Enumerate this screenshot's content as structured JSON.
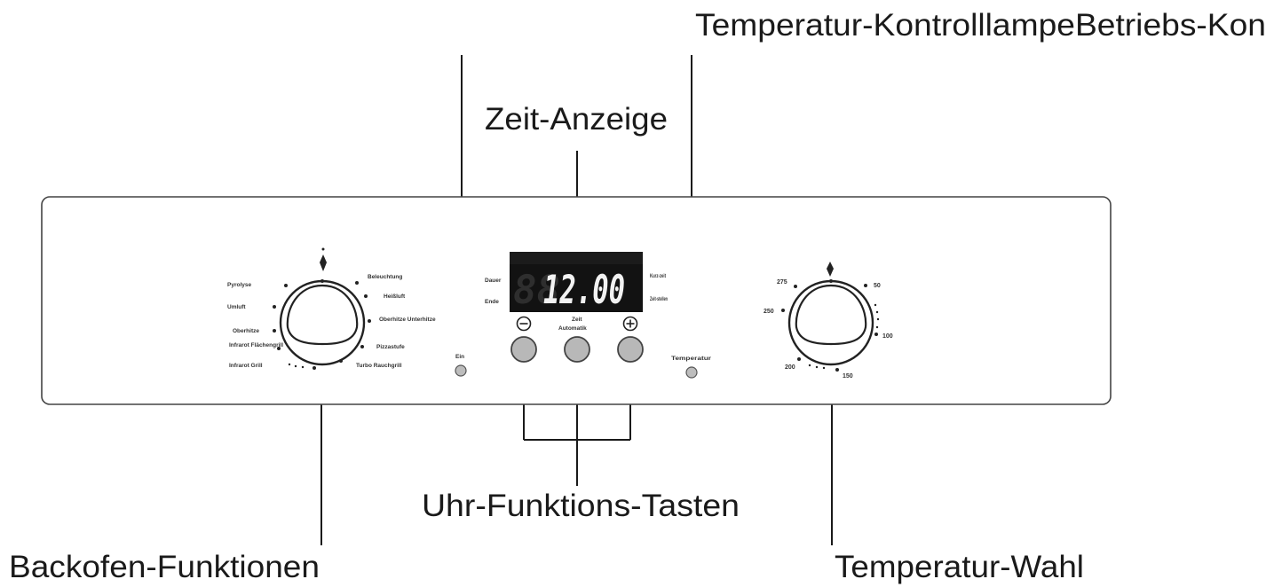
{
  "callouts": {
    "temperature_lamp": "Temperatur-KontrolllampeBetriebs-Kon",
    "time_display": "Zeit-Anzeige",
    "clock_buttons": "Uhr-Funktions-Tasten",
    "oven_functions": "Backofen-Funktionen",
    "temperature_select": "Temperatur-Wahl"
  },
  "function_dial": {
    "left_labels": [
      "Pyrolyse",
      "Umluft",
      "Oberhitze",
      "Infrarot Flächengrill",
      "Infrarot Grill"
    ],
    "right_labels": [
      "Beleuchtung",
      "Heißluft",
      "Oberhitze Unterhitze",
      "Pizzastufe",
      "Turbo Rauchgrill"
    ]
  },
  "display": {
    "time": "12.00",
    "ghost": "88",
    "left_top": "Dauer",
    "left_bottom": "Ende",
    "right_top": "Kurz-zeit",
    "right_bottom": "Zeit-stellen"
  },
  "controls": {
    "on_lamp_label": "Ein",
    "minus_symbol": "−",
    "plus_symbol": "+",
    "auto_label_1": "Zeit",
    "auto_label_2": "Automatik",
    "temp_lamp_label": "Temperatur"
  },
  "temp_dial": {
    "labels": [
      "50",
      "100",
      "150",
      "200",
      "250",
      "275"
    ]
  },
  "colors": {
    "panel_border": "#444444",
    "button_fill": "#b8b8b8",
    "display_bg": "#121212",
    "segment_on": "#f2f2f2"
  }
}
